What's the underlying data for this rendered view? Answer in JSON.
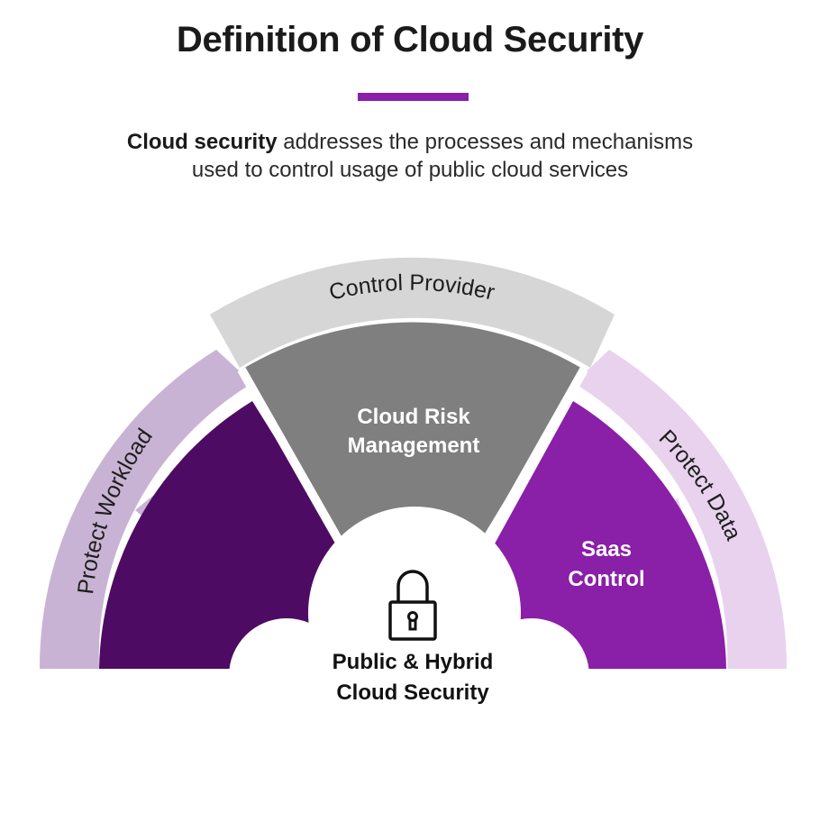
{
  "header": {
    "title": "Definition of Cloud Security",
    "subtitle_bold": "Cloud security",
    "subtitle_line1_rest": " addresses the processes and mechanisms",
    "subtitle_line2": "used to control usage of public cloud services"
  },
  "diagram": {
    "outer_labels": {
      "left": "Protect Workload",
      "top": "Control Provider",
      "right": "Protect Data"
    },
    "segments": {
      "middle_line1": "Cloud Risk",
      "middle_line2": "Management",
      "right_line1": "Saas",
      "right_line2": "Control"
    },
    "center": {
      "line1": "Public & Hybrid",
      "line2": "Cloud Security"
    }
  },
  "colors": {
    "accent": "#8a1fa8",
    "left_outer": "#c9b3d4",
    "left_inner": "#4e0b63",
    "top_outer": "#d6d6d6",
    "middle_inner": "#7f7f7f",
    "right_outer": "#e8d2ee",
    "right_inner": "#8a1fa8"
  }
}
